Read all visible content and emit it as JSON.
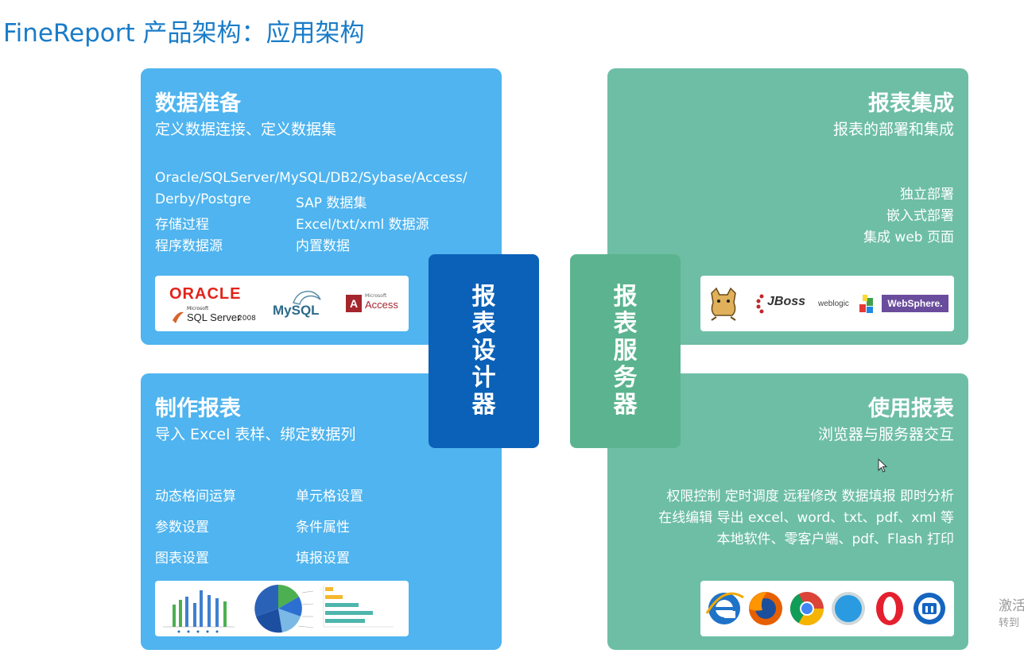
{
  "page": {
    "title": "FineReport 产品架构：应用架构"
  },
  "data_prep": {
    "title": "数据准备",
    "subtitle": "定义数据连接、定义数据集",
    "line1": "Oracle/SQLServer/MySQL/DB2/Sybase/Access/",
    "col_left": [
      "Derby/Postgre",
      "存储过程",
      "程序数据源"
    ],
    "col_right": [
      "SAP 数据集",
      "Excel/txt/xml 数据源",
      "内置数据"
    ],
    "logos": {
      "oracle": "ORACLE",
      "sqlserver_small": "Microsoft",
      "sqlserver": "SQL Server",
      "sqlserver_year": "2008",
      "mysql": "MySQL",
      "access_small": "Microsoft",
      "access": "Access"
    }
  },
  "make_report": {
    "title": "制作报表",
    "subtitle": "导入 Excel 表样、绑定数据列",
    "col_left": [
      "动态格间运算",
      "参数设置",
      "图表设置"
    ],
    "col_right": [
      "单元格设置",
      "条件属性",
      "填报设置"
    ]
  },
  "integration": {
    "title": "报表集成",
    "subtitle": "报表的部署和集成",
    "items": [
      "独立部署",
      "嵌入式部署",
      "集成 web 页面"
    ],
    "logos": {
      "jboss": "JBoss",
      "weblogic": "weblogic",
      "websphere": "WebSphere."
    }
  },
  "use_report": {
    "title": "使用报表",
    "subtitle": "浏览器与服务器交互",
    "lines": [
      "权限控制 定时调度 远程修改 数据填报 即时分析",
      "在线编辑 导出 excel、word、txt、pdf、xml 等",
      "本地软件、零客户端、pdf、Flash 打印"
    ]
  },
  "designer": {
    "label": "报表设计器"
  },
  "server": {
    "label": "报表服务器"
  },
  "watermark": {
    "line1": "激活",
    "line2": "转到"
  },
  "colors": {
    "blue_panel": "#4fb4ef",
    "green_panel": "#6dbea5",
    "designer_box": "#0a61b7",
    "server_box": "#5bb48f",
    "title": "#1a7cc8"
  },
  "icons": [
    "tomcat-icon",
    "ie-icon",
    "firefox-icon",
    "chrome-icon",
    "safari-icon",
    "opera-icon",
    "maxthon-icon"
  ]
}
